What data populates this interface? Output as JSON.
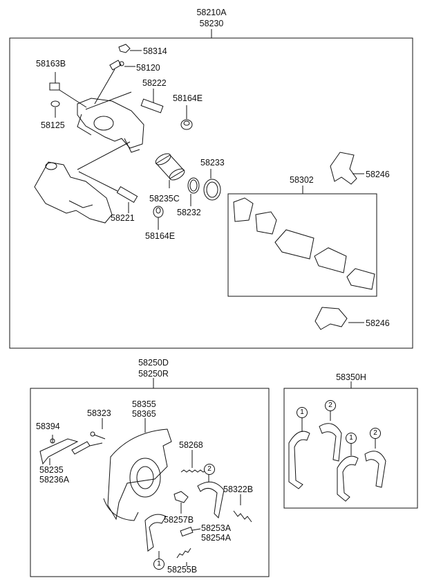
{
  "top_group": {
    "code_a": "58210A",
    "code_b": "58230"
  },
  "caliper_parts": {
    "p58314": "58314",
    "p58163b": "58163B",
    "p58120": "58120",
    "p58222": "58222",
    "p58164e_top": "58164E",
    "p58125": "58125",
    "p58233": "58233",
    "p58302": "58302",
    "p58246_top": "58246",
    "p58235c": "58235C",
    "p58232": "58232",
    "p58221": "58221",
    "p58164e_bottom": "58164E",
    "p58246_bottom": "58246"
  },
  "parking_group": {
    "code_a": "58250D",
    "code_b": "58250R"
  },
  "parking_parts": {
    "p58355": "58355",
    "p58365": "58365",
    "p58323": "58323",
    "p58394": "58394",
    "p58235": "58235",
    "p58236a": "58236A",
    "p58268": "58268",
    "p58322b": "58322B",
    "p58257b": "58257B",
    "p58253a": "58253A",
    "p58254a": "58254A",
    "p58255b": "58255B"
  },
  "shoe_group": {
    "code": "58350H"
  },
  "markers": {
    "one": "1",
    "two": "2"
  }
}
